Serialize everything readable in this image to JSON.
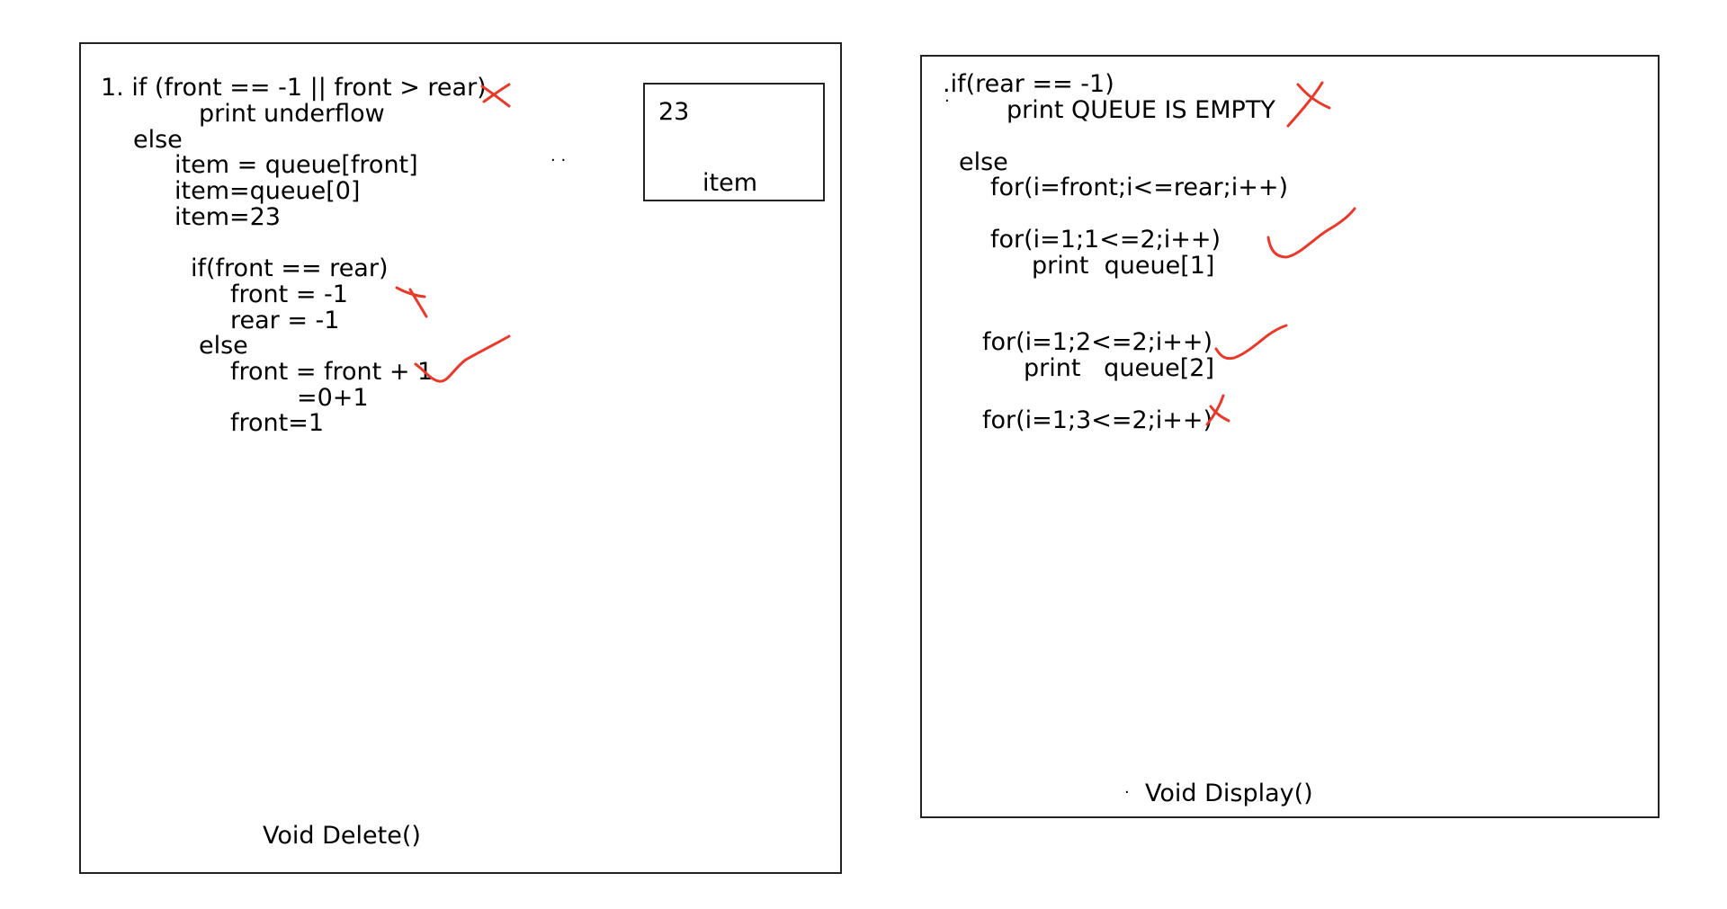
{
  "colors": {
    "ink": "#000000",
    "mark": "#e8392a",
    "border": "#222222"
  },
  "delete_panel": {
    "lines": [
      "1. if (front == -1 || front > rear)",
      "print underflow",
      "else",
      "item = queue[front]",
      "item=queue[0]",
      "item=23",
      "if(front == rear)",
      "front = -1",
      "rear = -1",
      "else",
      "front = front + 1",
      "=0+1",
      "front=1"
    ],
    "dots": "· ·",
    "item_box": {
      "value": "23",
      "label": "item"
    },
    "caption": "Void Delete()"
  },
  "display_panel": {
    "lines": [
      ".if(rear == -1)",
      "print QUEUE IS EMPTY",
      "else",
      "for(i=front;i<=rear;i++)",
      "for(i=1;1<=2;i++)",
      "print  queue[1]",
      "for(i=1;2<=2;i++)",
      "print   queue[2]",
      "for(i=1;3<=2;i++)"
    ],
    "dot": "·",
    "caption_dot": "·",
    "caption": "Void Display()"
  },
  "marks": [
    "cross-mark",
    "cross-mark",
    "check-mark",
    "cross-mark",
    "check-mark",
    "check-mark",
    "cross-mark"
  ]
}
